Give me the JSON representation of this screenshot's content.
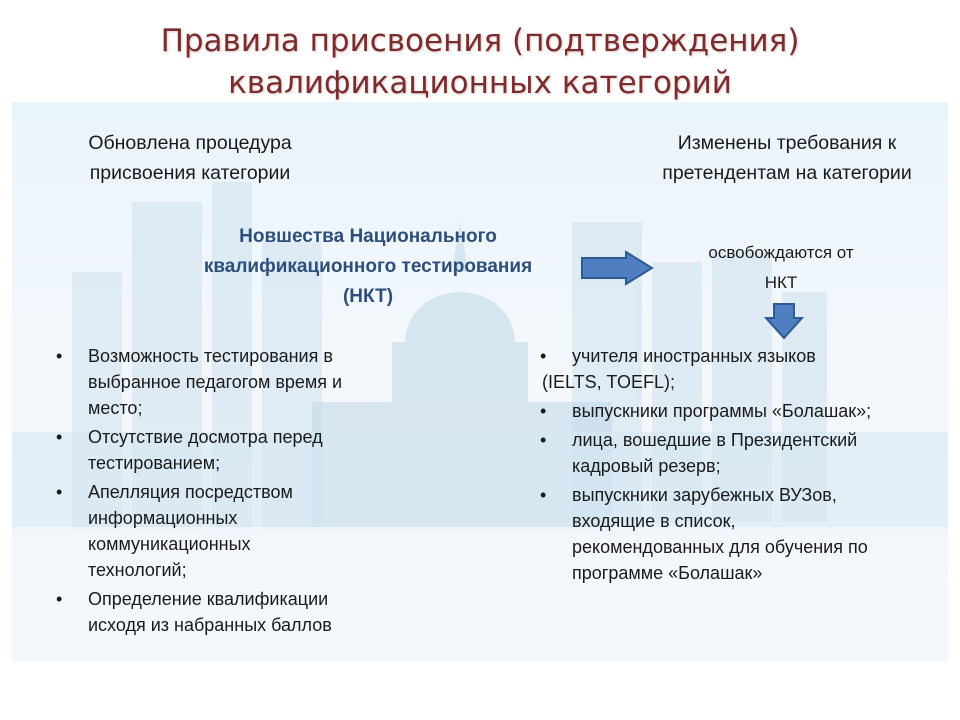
{
  "title": {
    "line1": "Правила присвоения (подтверждения)",
    "line2": "квалификационных категорий"
  },
  "left_heading": {
    "line1": "Обновлена процедура",
    "line2": "присвоения категории"
  },
  "right_heading": {
    "line1": "Изменены требования к",
    "line2": "претендентам на категории"
  },
  "nkt_box": {
    "line1": "Новшества Национального",
    "line2": "квалификационного тестирования",
    "line3": "(НКТ)"
  },
  "exempt": {
    "line1": "освобождаются от",
    "line2": "НКТ"
  },
  "bullet_symbol": "•",
  "left_items": [
    {
      "lines": [
        "Возможность тестирования в",
        "выбранное педагогом время и",
        "место;"
      ]
    },
    {
      "lines": [
        "Отсутствие досмотра перед",
        "тестированием;"
      ]
    },
    {
      "lines": [
        "Апелляция посредством",
        "информационных",
        "коммуникационных",
        "технологий;"
      ]
    },
    {
      "lines": [
        "Определение квалификации",
        "исходя из набранных баллов"
      ]
    }
  ],
  "right_items": {
    "item1_line1": "учителя иностранных языков",
    "item1_line2": "(IELTS, TOEFL);",
    "item2_lines": [
      "выпускники программы «Болашак»;"
    ],
    "item3_lines": [
      "лица, вошедшие в Президентский",
      "кадровый резерв;"
    ],
    "item4_lines": [
      "выпускники зарубежных ВУЗов,",
      "входящие в список,",
      "рекомендованных для обучения по",
      "программе «Болашак»"
    ]
  },
  "colors": {
    "title": "#7b2d2d",
    "nkt_text": "#2e4f7a",
    "arrow_fill": "#4f7fc0",
    "arrow_stroke": "#2f5a94"
  }
}
